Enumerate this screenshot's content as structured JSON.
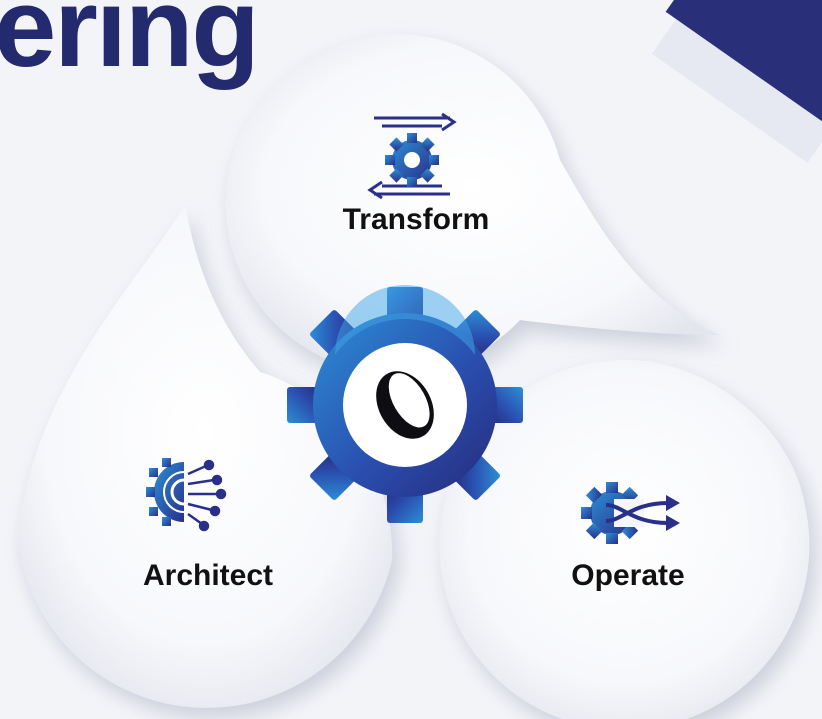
{
  "title": "ering",
  "nodes": {
    "transform": {
      "label": "Transform",
      "icon": "gear-arrows-icon"
    },
    "architect": {
      "label": "Architect",
      "icon": "circuit-gear-icon"
    },
    "operate": {
      "label": "Operate",
      "icon": "gear-shuffle-icon"
    }
  },
  "center": {
    "icon": "central-gear-logo-icon"
  },
  "colors": {
    "title": "#232a6e",
    "gear_dark": "#2a2f8a",
    "gear_light": "#2c8fd6",
    "background": "#f3f4f8",
    "label": "#111111"
  }
}
